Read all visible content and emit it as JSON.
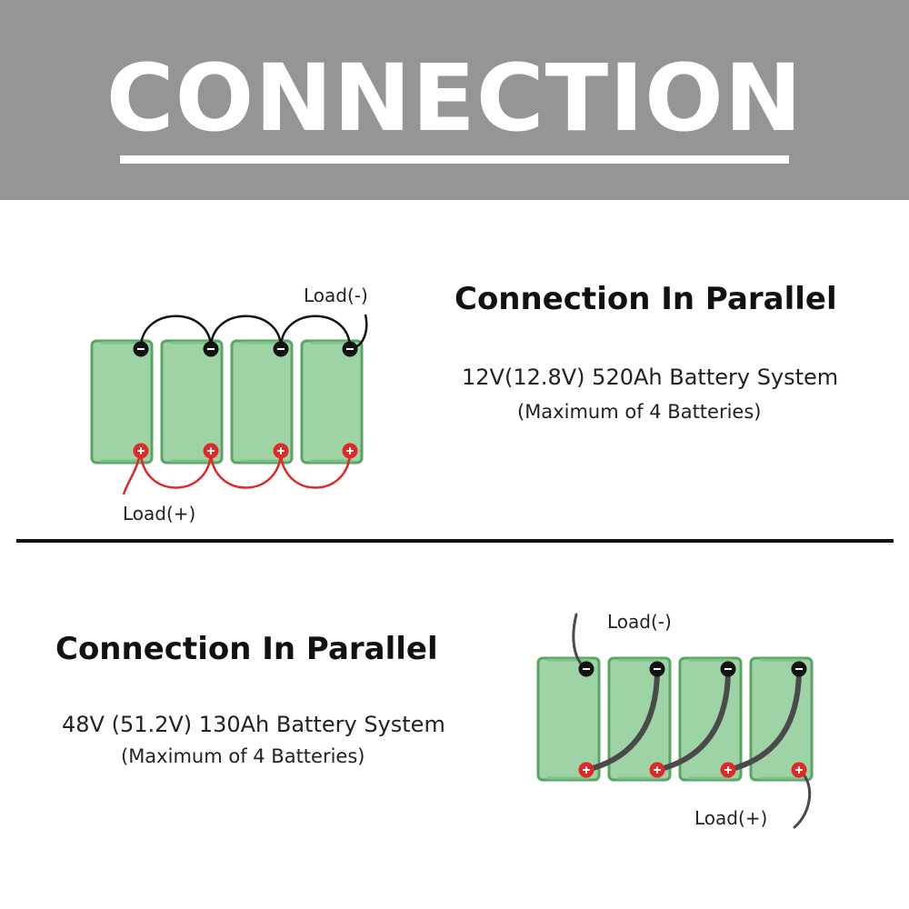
{
  "header": {
    "title": "CONNECTION"
  },
  "section1": {
    "title": "Connection In Parallel",
    "system": "12V(12.8V) 520Ah Battery System",
    "note": "(Maximum of 4 Batteries)",
    "load_negative": "Load(-)",
    "load_positive": "Load(+)",
    "battery_count": 4
  },
  "section2": {
    "title": "Connection In Parallel",
    "system": "48V (51.2V) 130Ah Battery System",
    "note": "(Maximum of 4 Batteries)",
    "load_negative": "Load(-)",
    "load_positive": "Load(+)",
    "battery_count": 4
  },
  "colors": {
    "header_bg": "#959595",
    "battery_fill": "#9ed3a6",
    "battery_border": "#5aa464",
    "negative_terminal": "#111111",
    "positive_terminal": "#e32626",
    "wire_black": "#111111",
    "wire_red": "#e32626",
    "wire_gray": "#4a4a4a"
  },
  "icons": {
    "negative": "minus-sign",
    "positive": "plus-sign"
  }
}
